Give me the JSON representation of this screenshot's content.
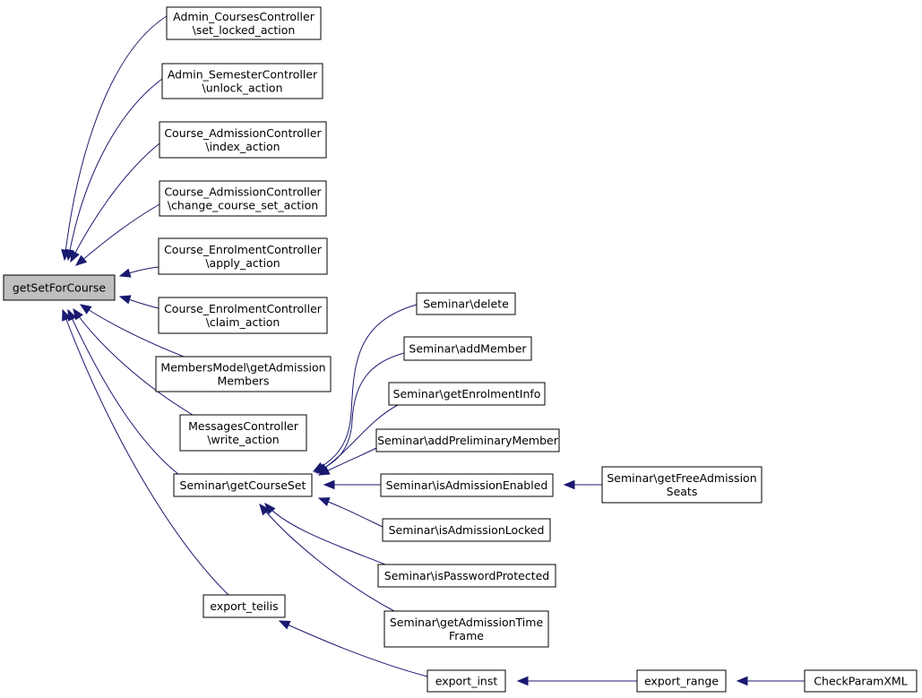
{
  "graph": {
    "nodes": {
      "getSetForCourse": {
        "lines": [
          "getSetForCourse"
        ],
        "focus": true
      },
      "adminCourses": {
        "lines": [
          "Admin_CoursesController",
          "\\set_locked_action"
        ]
      },
      "adminSemester": {
        "lines": [
          "Admin_SemesterController",
          "\\unlock_action"
        ]
      },
      "caIndex": {
        "lines": [
          "Course_AdmissionController",
          "\\index_action"
        ]
      },
      "caChange": {
        "lines": [
          "Course_AdmissionController",
          "\\change_course_set_action"
        ]
      },
      "ceApply": {
        "lines": [
          "Course_EnrolmentController",
          "\\apply_action"
        ]
      },
      "ceClaim": {
        "lines": [
          "Course_EnrolmentController",
          "\\claim_action"
        ]
      },
      "membersModel": {
        "lines": [
          "MembersModel\\getAdmission",
          "Members"
        ]
      },
      "messages": {
        "lines": [
          "MessagesController",
          "\\write_action"
        ]
      },
      "getCourseSet": {
        "lines": [
          "Seminar\\getCourseSet"
        ]
      },
      "exportTeilis": {
        "lines": [
          "export_teilis"
        ]
      },
      "semDelete": {
        "lines": [
          "Seminar\\delete"
        ]
      },
      "semAddMember": {
        "lines": [
          "Seminar\\addMember"
        ]
      },
      "semEnrolInfo": {
        "lines": [
          "Seminar\\getEnrolmentInfo"
        ]
      },
      "semAddPrelim": {
        "lines": [
          "Seminar\\addPreliminaryMember"
        ]
      },
      "semAdmEnabled": {
        "lines": [
          "Seminar\\isAdmissionEnabled"
        ]
      },
      "semAdmLocked": {
        "lines": [
          "Seminar\\isAdmissionLocked"
        ]
      },
      "semPwProtected": {
        "lines": [
          "Seminar\\isPasswordProtected"
        ]
      },
      "semAdmTime": {
        "lines": [
          "Seminar\\getAdmissionTime",
          "Frame"
        ]
      },
      "semFreeSeats": {
        "lines": [
          "Seminar\\getFreeAdmission",
          "Seats"
        ]
      },
      "exportInst": {
        "lines": [
          "export_inst"
        ]
      },
      "exportRange": {
        "lines": [
          "export_range"
        ]
      },
      "checkParam": {
        "lines": [
          "CheckParamXML"
        ]
      }
    },
    "edges": [
      {
        "from": "adminCourses",
        "to": "getSetForCourse"
      },
      {
        "from": "adminSemester",
        "to": "getSetForCourse"
      },
      {
        "from": "caIndex",
        "to": "getSetForCourse"
      },
      {
        "from": "caChange",
        "to": "getSetForCourse"
      },
      {
        "from": "ceApply",
        "to": "getSetForCourse"
      },
      {
        "from": "ceClaim",
        "to": "getSetForCourse"
      },
      {
        "from": "membersModel",
        "to": "getSetForCourse"
      },
      {
        "from": "messages",
        "to": "getSetForCourse"
      },
      {
        "from": "getCourseSet",
        "to": "getSetForCourse"
      },
      {
        "from": "exportTeilis",
        "to": "getSetForCourse"
      },
      {
        "from": "semDelete",
        "to": "getCourseSet"
      },
      {
        "from": "semAddMember",
        "to": "getCourseSet"
      },
      {
        "from": "semEnrolInfo",
        "to": "getCourseSet"
      },
      {
        "from": "semAddPrelim",
        "to": "getCourseSet"
      },
      {
        "from": "semAdmEnabled",
        "to": "getCourseSet"
      },
      {
        "from": "semAdmLocked",
        "to": "getCourseSet"
      },
      {
        "from": "semPwProtected",
        "to": "getCourseSet"
      },
      {
        "from": "semAdmTime",
        "to": "getCourseSet"
      },
      {
        "from": "semFreeSeats",
        "to": "semAdmEnabled"
      },
      {
        "from": "exportInst",
        "to": "exportTeilis"
      },
      {
        "from": "exportRange",
        "to": "exportInst"
      },
      {
        "from": "checkParam",
        "to": "exportRange"
      }
    ]
  },
  "colors": {
    "edge": "#191970",
    "focus_fill": "#bfbfbf",
    "node_fill": "#ffffff",
    "border": "#000000"
  }
}
